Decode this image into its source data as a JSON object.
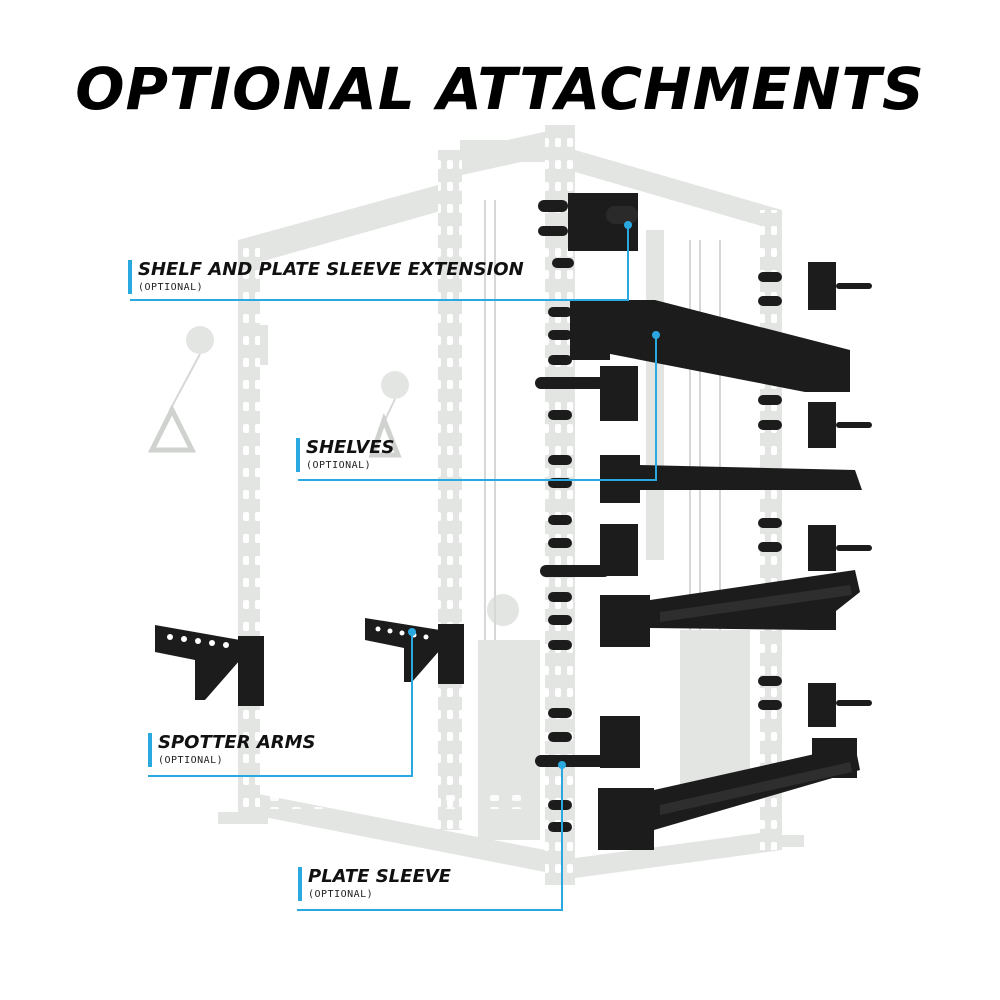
{
  "title": "OPTIONAL ATTACHMENTS",
  "accent_color": "#29a9e0",
  "frame_color": "#e3e5e3",
  "attachment_color": "#1c1c1c",
  "callouts": [
    {
      "name": "SHELF AND PLATE SLEEVE EXTENSION",
      "note": "(OPTIONAL)"
    },
    {
      "name": "SHELVES",
      "note": "(OPTIONAL)"
    },
    {
      "name": "SPOTTER ARMS",
      "note": "(OPTIONAL)"
    },
    {
      "name": "PLATE SLEEVE",
      "note": "(OPTIONAL)"
    }
  ]
}
